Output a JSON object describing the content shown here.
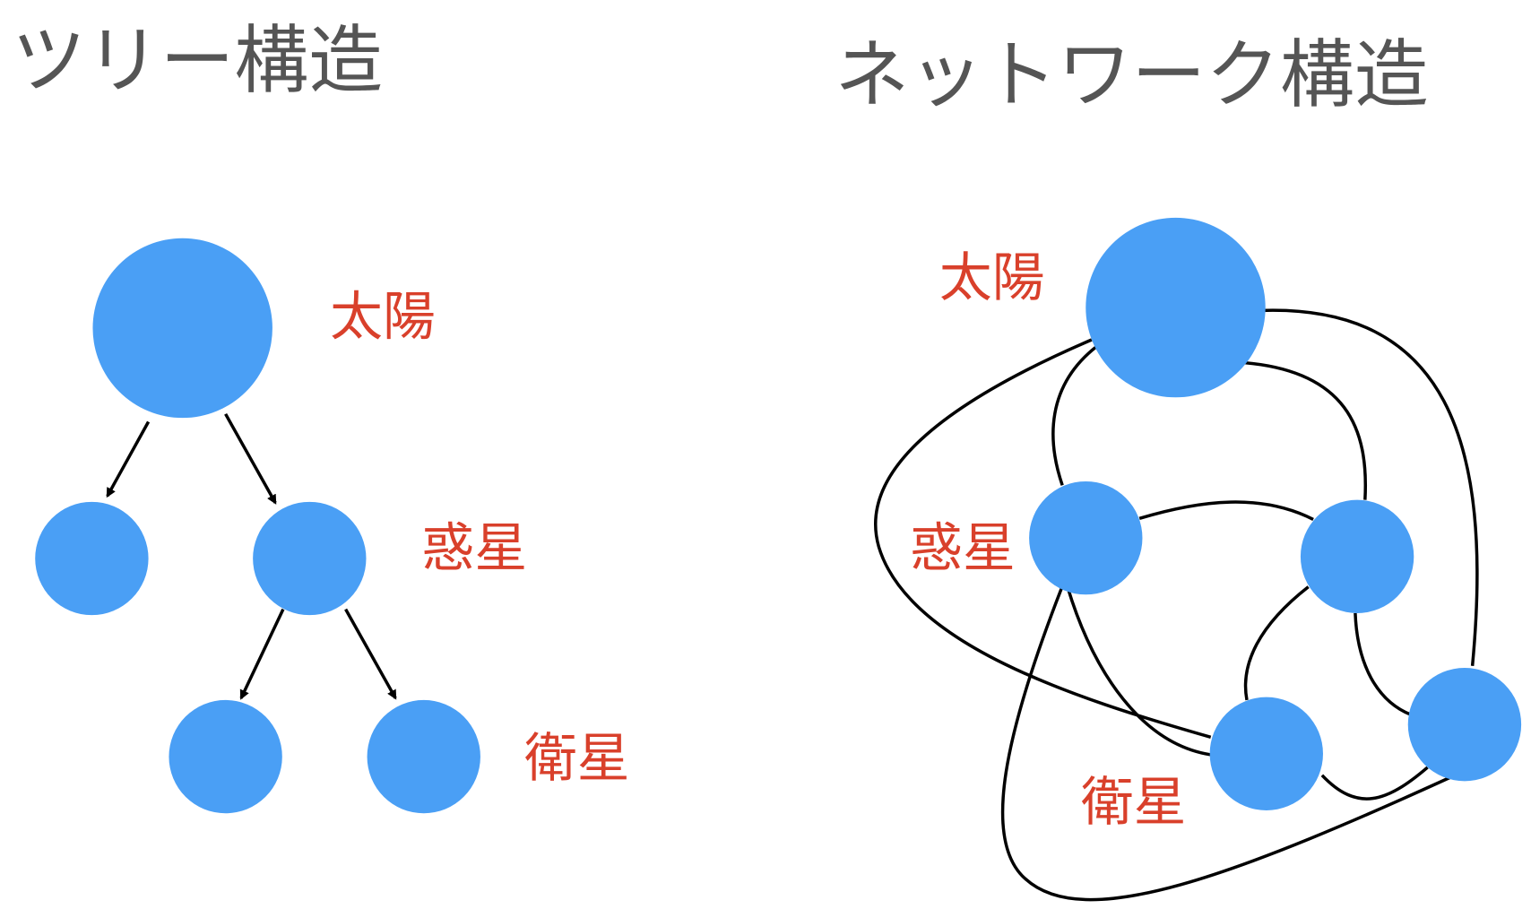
{
  "tree": {
    "title": "ツリー構造",
    "labels": {
      "sun": "太陽",
      "planet": "惑星",
      "satellite": "衛星"
    }
  },
  "network": {
    "title": "ネットワーク構造",
    "labels": {
      "sun": "太陽",
      "planet": "惑星",
      "satellite": "衛星"
    }
  },
  "colors": {
    "node": "#4a9ff5",
    "label": "#d9402b",
    "title": "#555555",
    "edge": "#000000"
  }
}
